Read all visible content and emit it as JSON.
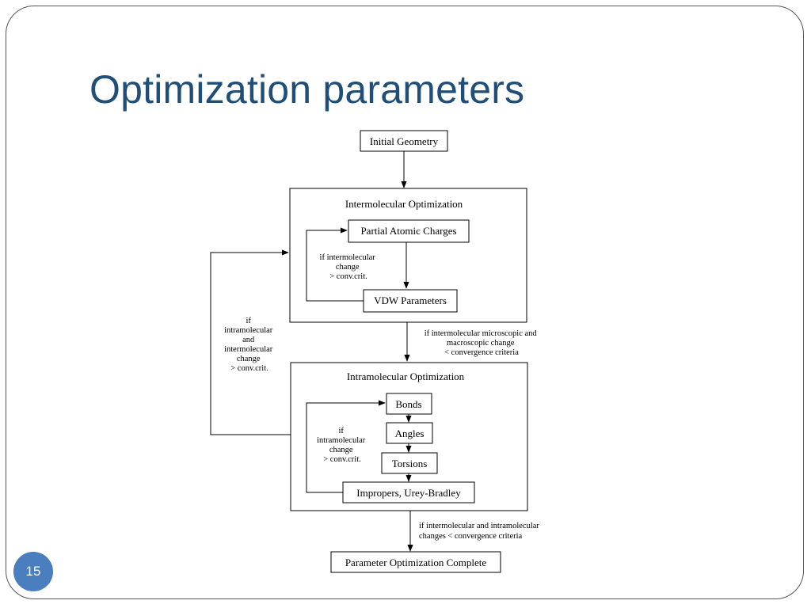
{
  "slide": {
    "title": "Optimization parameters",
    "page_number": "15"
  },
  "diagram": {
    "initial": "Initial Geometry",
    "inter_title": "Intermolecular Optimization",
    "partial_charges": "Partial Atomic Charges",
    "vdw": "VDW Parameters",
    "inter_loop_label": [
      "if intermolecular",
      "change",
      "> conv.crit."
    ],
    "inter_to_intra_label": [
      "if intermolecular microscopic and",
      "macroscopic change",
      "< convergence criteria"
    ],
    "outer_loop_label": [
      "if",
      "intramolecular",
      "and",
      "intermolecular",
      "change",
      "> conv.crit."
    ],
    "intra_title": "Intramolecular Optimization",
    "bonds": "Bonds",
    "angles": "Angles",
    "torsions": "Torsions",
    "impropers": "Impropers, Urey-Bradley",
    "intra_loop_label": [
      "if",
      "intramolecular",
      "change",
      "> conv.crit."
    ],
    "final_label": [
      "if intermolecular and intramolecular",
      "changes < convergence criteria"
    ],
    "complete": "Parameter Optimization Complete"
  }
}
